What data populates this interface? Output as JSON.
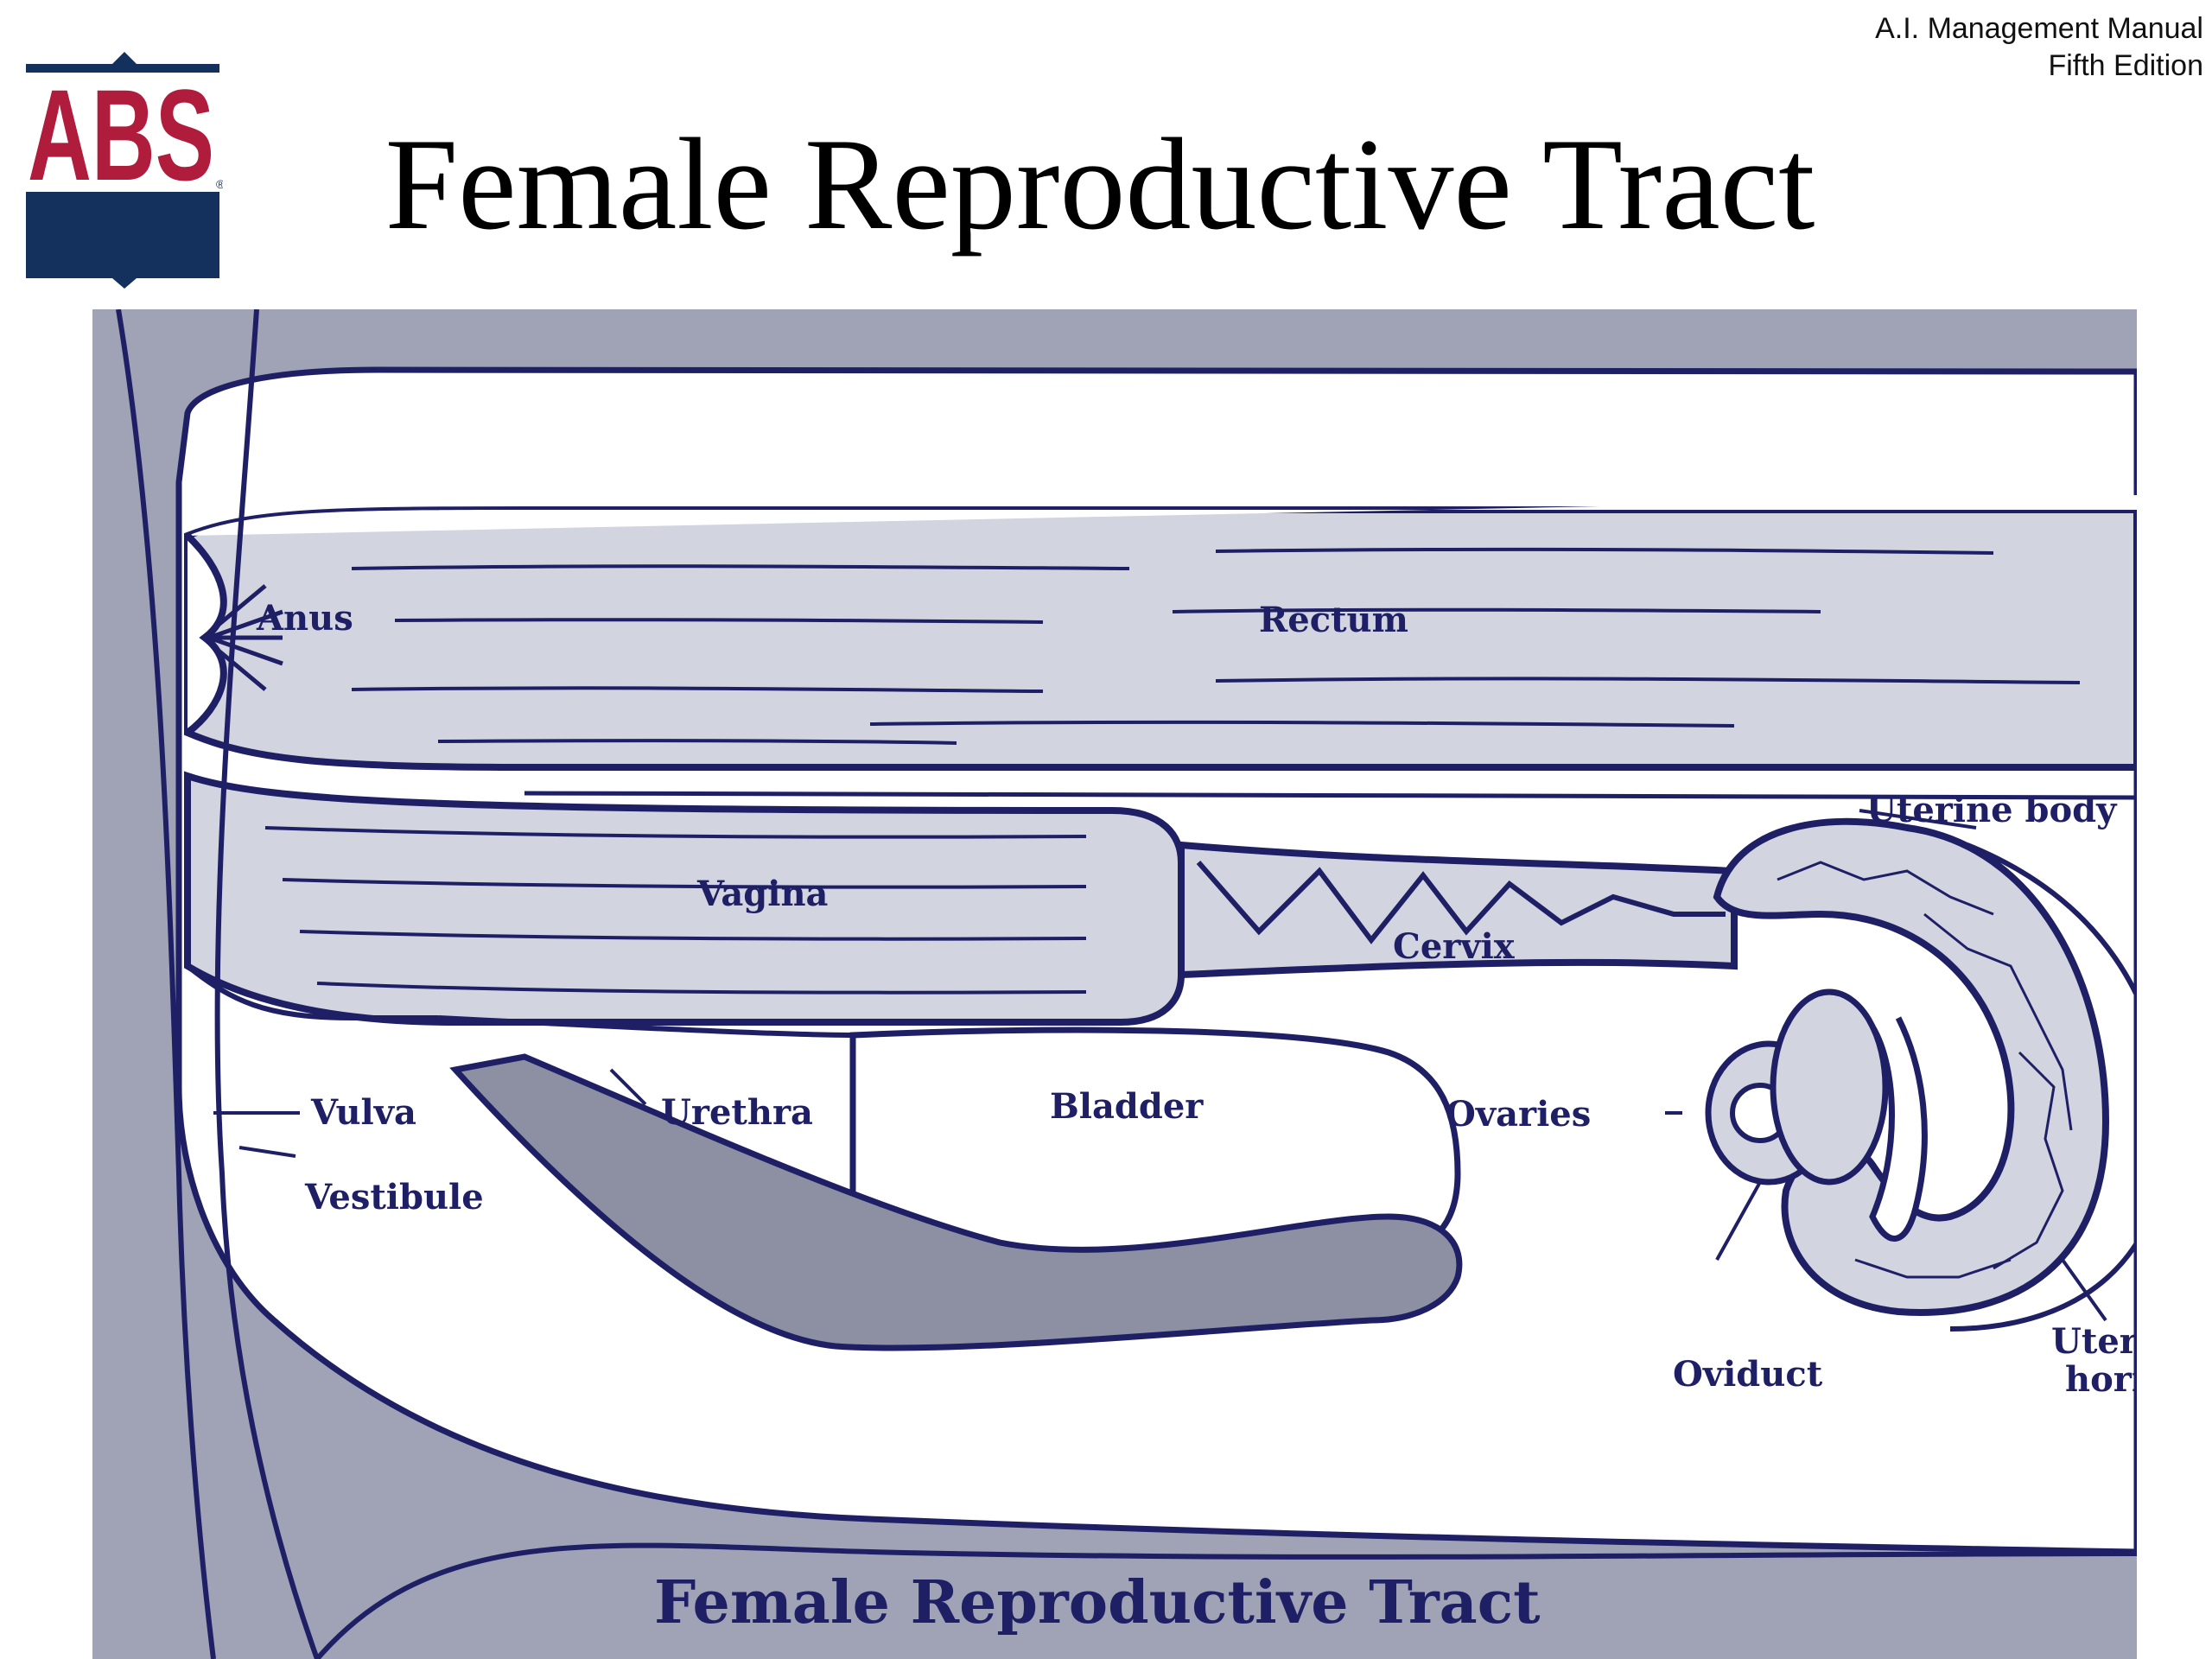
{
  "header": {
    "line1": "A.I. Management Manual",
    "line2": "Fifth Edition"
  },
  "logo": {
    "text": "ABS",
    "registered": "®"
  },
  "title": "Female Reproductive Tract",
  "diagram": {
    "labels": {
      "anus": "Anus",
      "rectum": "Rectum",
      "vagina": "Vagina",
      "cervix": "Cervix",
      "uterine_body": "Uterine body",
      "vulva": "Vulva",
      "vestibule": "Vestibule",
      "urethra": "Urethra",
      "bladder": "Bladder",
      "ovaries": "Ovaries",
      "oviduct": "Oviduct",
      "uterine_horns_1": "Uterine",
      "uterine_horns_2": "horns"
    },
    "caption": "Female Reproductive Tract"
  },
  "colors": {
    "background_tissue": "#a0a3b5",
    "outline": "#1f1f66",
    "organ_fill": "#d2d4e0",
    "pelvis_fill": "#8d8fa3",
    "logo_red": "#b01c3c",
    "logo_navy": "#14305c"
  }
}
